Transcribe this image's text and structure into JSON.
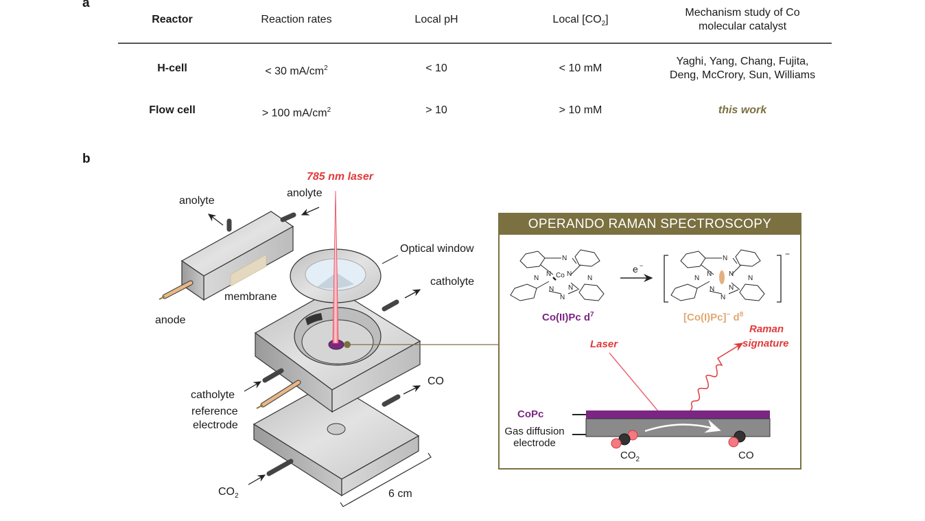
{
  "panel_a": {
    "letter": "a",
    "table": {
      "headers": [
        "Reactor",
        "Reaction rates",
        "Local pH",
        "Local [CO2]",
        "Mechanism study of Co molecular catalyst"
      ],
      "header_local_co2": {
        "prefix": "Local [CO",
        "sub": "2",
        "suffix": "]"
      },
      "header_mechanism_line1": "Mechanism study of Co",
      "header_mechanism_line2": "molecular catalyst",
      "rows": [
        {
          "reactor": "H-cell",
          "rate": "< 30 mA/cm",
          "rate_sup": "2",
          "ph": "< 10",
          "co2": "< 10 mM",
          "mechanism_line1": "Yaghi, Yang, Chang, Fujita,",
          "mechanism_line2": "Deng, McCrory, Sun, Williams"
        },
        {
          "reactor": "Flow cell",
          "rate": "> 100 mA/cm",
          "rate_sup": "2",
          "ph": "> 10",
          "co2": "> 10 mM",
          "mechanism_line1": "this work",
          "mechanism_line2": ""
        }
      ]
    }
  },
  "panel_b": {
    "letter": "b",
    "laser_label": "785 nm laser",
    "labels": {
      "anolyte_out": "anolyte",
      "anolyte_in": "anolyte",
      "membrane": "membrane",
      "anode": "anode",
      "optical_window": "Optical window",
      "catholyte_out": "catholyte",
      "catholyte_in": "catholyte",
      "reference_line1": "reference",
      "reference_line2": "electrode",
      "co_out": "CO",
      "co2_in_prefix": "CO",
      "co2_in_sub": "2",
      "scale": "6 cm"
    },
    "raman_box": {
      "title": "OPERANDO RAMAN SPECTROSCOPY",
      "reactant_label": "Co(II)Pc d",
      "reactant_sup": "7",
      "product_label_prefix": "[Co(I)Pc]",
      "product_label_sup1": "−",
      "product_label_mid": " d",
      "product_label_sup2": "8",
      "arrow_label": "e",
      "arrow_sup": "−",
      "charge": "−",
      "co_atom": "Co",
      "n_atom": "N",
      "laser_label": "Laser",
      "raman_line1": "Raman",
      "raman_line2": "signature",
      "copc_label": "CoPc",
      "gde_line1": "Gas diffusion",
      "gde_line2": "electrode",
      "co2_prefix": "CO",
      "co2_sub": "2",
      "co_label": "CO"
    },
    "colors": {
      "accent_olive": "#7a7040",
      "laser_red": "#e03a3a",
      "copc_purple": "#7b2682",
      "co1_orange": "#e0a873"
    }
  }
}
